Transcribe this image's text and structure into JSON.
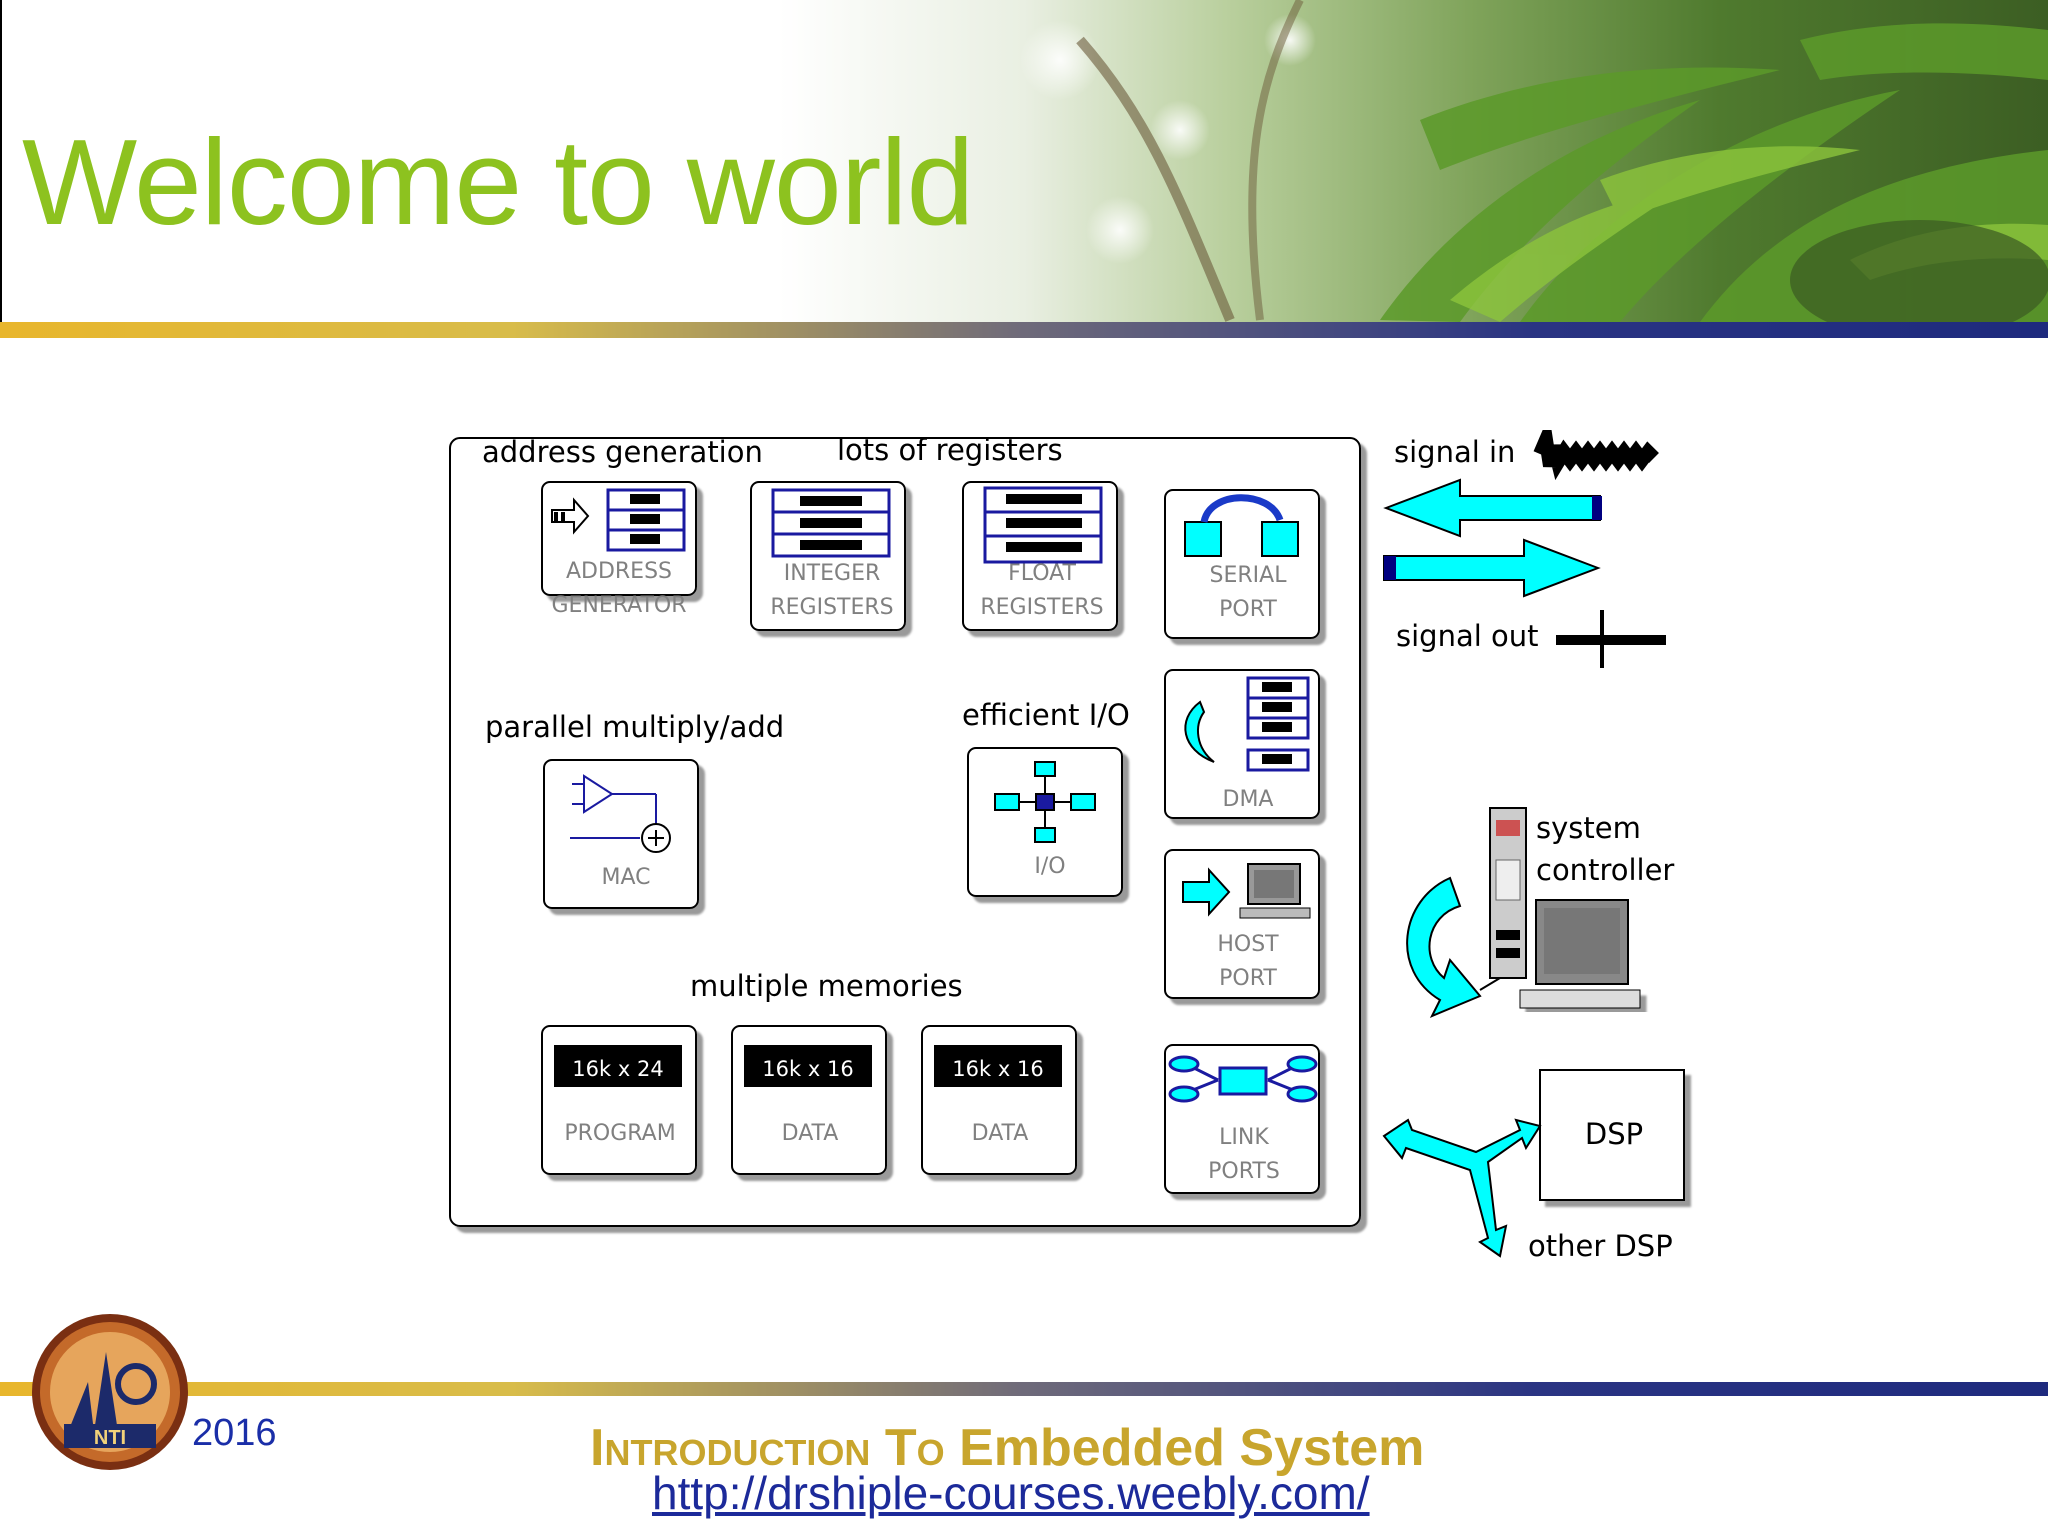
{
  "slide": {
    "title": "Welcome to world",
    "year": "2016",
    "footer_title_prefix_cap1": "I",
    "footer_title_prefix_rest": "NTRODUCTION",
    "footer_title_to_cap": "T",
    "footer_title_to_rest": "O",
    "footer_title_main": "Embedded System",
    "footer_url": "http://drshiple-courses.weebly.com/",
    "logo_text": "NTI"
  },
  "diagram": {
    "section_address_generation": "address generation",
    "section_lots_of_registers": "lots of registers",
    "section_parallel": "parallel multiply/add",
    "section_efficient_io": "efficient I/O",
    "section_multiple_memories": "multiple memories",
    "signal_in": "signal in",
    "signal_out": "signal out",
    "system": "system",
    "controller": "controller",
    "dsp": "DSP",
    "other_dsp": "other DSP",
    "address_generator_1": "ADDRESS",
    "address_generator_2": "GENERATOR",
    "integer_registers_1": "INTEGER",
    "integer_registers_2": "REGISTERS",
    "float_registers_1": "FLOAT",
    "float_registers_2": "REGISTERS",
    "serial_port_1": "SERIAL",
    "serial_port_2": "PORT",
    "dma": "DMA",
    "mac": "MAC",
    "io": "I/O",
    "host_port_1": "HOST",
    "host_port_2": "PORT",
    "link_ports_1": "LINK",
    "link_ports_2": "PORTS",
    "mem_program_size": "16k x 24",
    "mem_program_label": "PROGRAM",
    "mem_data1_size": "16k x 16",
    "mem_data1_label": "DATA",
    "mem_data2_size": "16k x 16",
    "mem_data2_label": "DATA"
  },
  "colors": {
    "title_green": "#8dc21f",
    "cyan": "#00ffff",
    "navy": "#000080",
    "gold": "#c8a52d",
    "blue_text": "#1c2a9a"
  }
}
